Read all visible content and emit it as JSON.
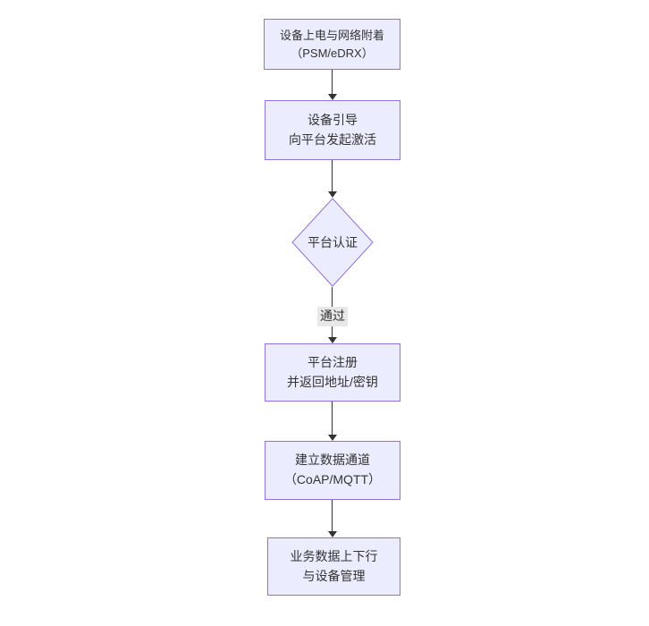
{
  "diagram": {
    "type": "flowchart-top-down",
    "colors": {
      "background": "#ffffff",
      "node_fill": "#ECECFF",
      "node_border": "#9370DB",
      "edge_line": "#333333",
      "edge_label_bg": "#e8e8e8",
      "text": "#333333"
    },
    "nodes": [
      {
        "id": "power-attach",
        "type": "rect",
        "lines": [
          "设备上电与网络附着",
          "（PSM/eDRX）"
        ]
      },
      {
        "id": "bootstrap",
        "type": "rect",
        "lines": [
          "设备引导",
          "向平台发起激活"
        ]
      },
      {
        "id": "platform-auth",
        "type": "diamond",
        "lines": [
          "平台认证"
        ]
      },
      {
        "id": "platform-register",
        "type": "rect",
        "lines": [
          "平台注册",
          "并返回地址/密钥"
        ]
      },
      {
        "id": "data-channel",
        "type": "rect",
        "lines": [
          "建立数据通道",
          "（CoAP/MQTT）"
        ]
      },
      {
        "id": "business-data",
        "type": "rect",
        "lines": [
          "业务数据上下行",
          "与设备管理"
        ]
      }
    ],
    "edges": [
      {
        "from": "power-attach",
        "to": "bootstrap",
        "label": ""
      },
      {
        "from": "bootstrap",
        "to": "platform-auth",
        "label": ""
      },
      {
        "from": "platform-auth",
        "to": "platform-register",
        "label": "通过"
      },
      {
        "from": "platform-register",
        "to": "data-channel",
        "label": ""
      },
      {
        "from": "data-channel",
        "to": "business-data",
        "label": ""
      }
    ]
  }
}
